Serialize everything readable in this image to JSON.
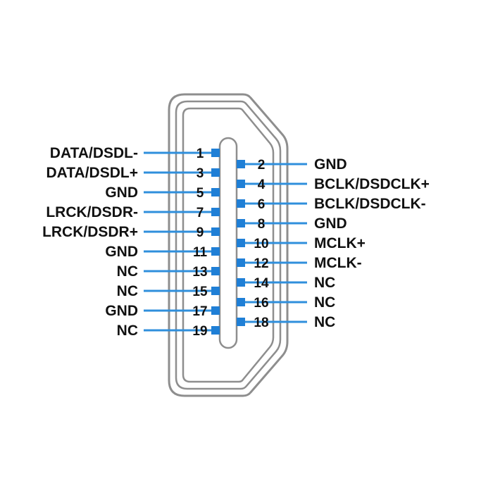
{
  "colors": {
    "lead": "#2f8fdc",
    "pad": "#1f7fd6",
    "outline": "#8e8e8e",
    "text": "#111111"
  },
  "left_pins": [
    {
      "num": "1",
      "label": "DATA/DSDL-"
    },
    {
      "num": "3",
      "label": "DATA/DSDL+"
    },
    {
      "num": "5",
      "label": "GND"
    },
    {
      "num": "7",
      "label": "LRCK/DSDR-"
    },
    {
      "num": "9",
      "label": "LRCK/DSDR+"
    },
    {
      "num": "11",
      "label": "GND"
    },
    {
      "num": "13",
      "label": "NC"
    },
    {
      "num": "15",
      "label": "NC"
    },
    {
      "num": "17",
      "label": "GND"
    },
    {
      "num": "19",
      "label": "NC"
    }
  ],
  "right_pins": [
    {
      "num": "2",
      "label": "GND"
    },
    {
      "num": "4",
      "label": "BCLK/DSDCLK+"
    },
    {
      "num": "6",
      "label": "BCLK/DSDCLK-"
    },
    {
      "num": "8",
      "label": "GND"
    },
    {
      "num": "10",
      "label": "MCLK+"
    },
    {
      "num": "12",
      "label": "MCLK-"
    },
    {
      "num": "14",
      "label": "NC"
    },
    {
      "num": "16",
      "label": "NC"
    },
    {
      "num": "18",
      "label": "NC"
    }
  ]
}
